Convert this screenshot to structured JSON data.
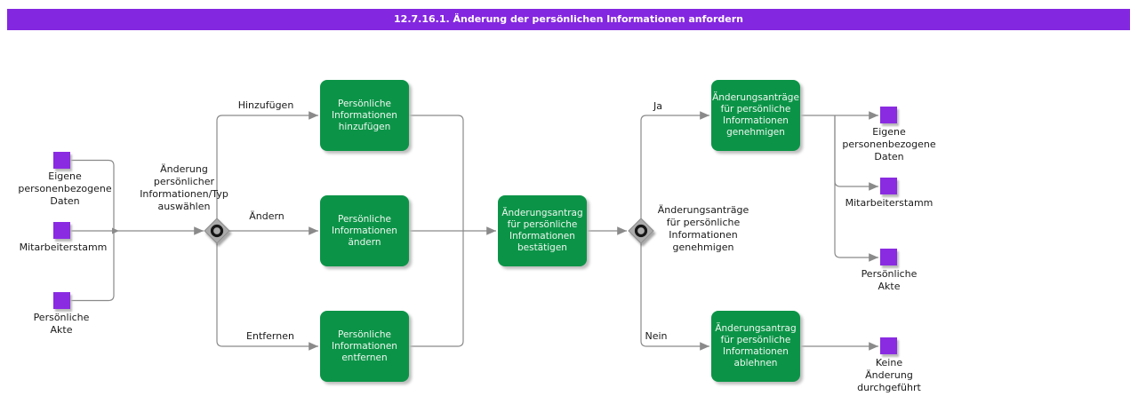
{
  "title": "12.7.16.1. Änderung der persönlichen Informationen anfordern",
  "colors": {
    "title_bg": "#8427E0",
    "purple": "#8A2BE2",
    "green": "#0B9447",
    "line": "#8a8a8a"
  },
  "inputs": [
    {
      "label": "Eigene\npersonenbezogene\nDaten"
    },
    {
      "label": "Mitarbeiterstamm"
    },
    {
      "label": "Persönliche\nAkte"
    }
  ],
  "gateways": [
    {
      "label": "Änderung\npersönlicher\nInformationen/Typ\nauswählen"
    },
    {
      "label": "Änderungsanträge\nfür persönliche\nInformationen\ngenehmigen"
    }
  ],
  "tasks": [
    {
      "label": "Persönliche\nInformationen\nhinzufügen"
    },
    {
      "label": "Persönliche\nInformationen\nändern"
    },
    {
      "label": "Persönliche\nInformationen\nentfernen"
    },
    {
      "label": "Änderungsantrag\nfür persönliche\nInformationen\nbestätigen"
    },
    {
      "label": "Änderungsanträge\nfür persönliche\nInformationen\ngenehmigen"
    },
    {
      "label": "Änderungsantrag\nfür persönliche\nInformationen\nablehnen"
    }
  ],
  "edge_labels": {
    "hinzufuegen": "Hinzufügen",
    "aendern": "Ändern",
    "entfernen": "Entfernen",
    "ja": "Ja",
    "nein": "Nein"
  },
  "outputs": [
    {
      "label": "Eigene\npersonenbezogene\nDaten"
    },
    {
      "label": "Mitarbeiterstamm"
    },
    {
      "label": "Persönliche\nAkte"
    },
    {
      "label": "Keine\nÄnderung\ndurchgeführt"
    }
  ]
}
